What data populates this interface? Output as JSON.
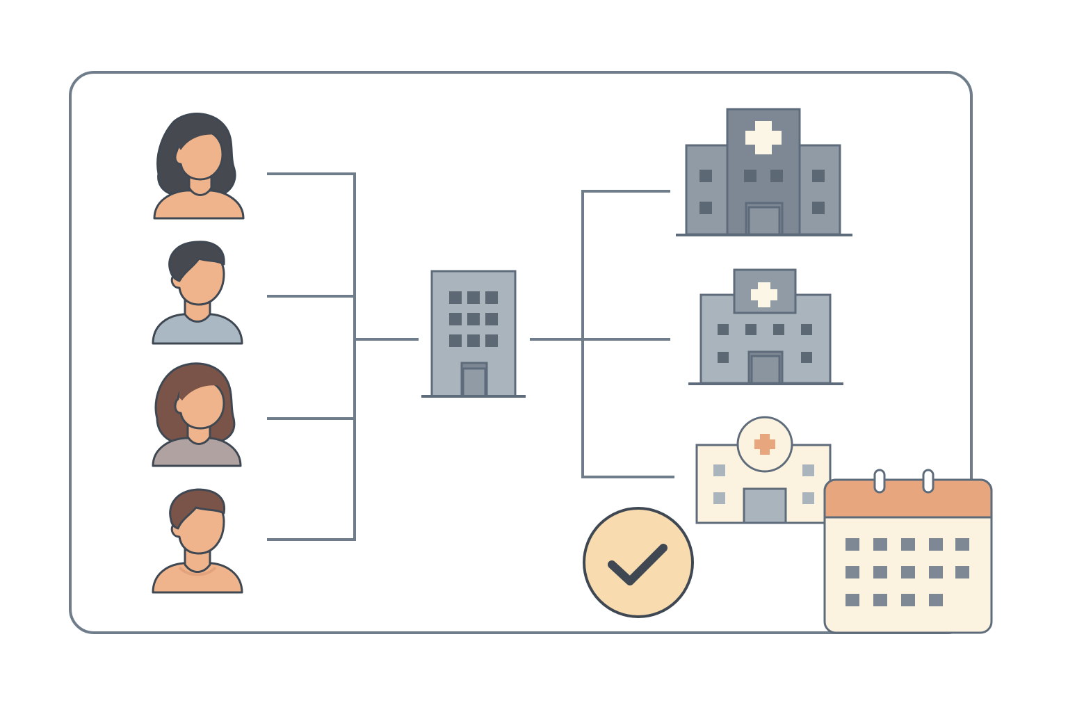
{
  "colors": {
    "outline": "#5e6b7a",
    "frame": "#6f7c89",
    "skin": "#f0b48c",
    "skin_shadow": "#e3a47d",
    "hair_dark": "#464a50",
    "hair_brown": "#7a5448",
    "shirt_blue": "#aab8c3",
    "shirt_mauve": "#b0a2a0",
    "building_dark": "#7d8894",
    "building_mid": "#909ba6",
    "building_light": "#a9b4bd",
    "window_dark": "#5d6875",
    "cream": "#fbf2df",
    "accent_orange": "#e8a67e",
    "check_fill": "#f8dcb0",
    "calendar_header": "#e8a67e"
  },
  "diagram": {
    "people": [
      {
        "icon": "woman-avatar-icon",
        "hair": "dark",
        "shirt": "skin"
      },
      {
        "icon": "man-avatar-icon",
        "hair": "dark",
        "shirt": "blue"
      },
      {
        "icon": "woman-avatar-icon",
        "hair": "brown",
        "shirt": "mauve"
      },
      {
        "icon": "man-avatar-icon",
        "hair": "brown",
        "shirt": "skin"
      }
    ],
    "hub": {
      "icon": "office-building-icon"
    },
    "hospitals": [
      {
        "icon": "large-hospital-icon"
      },
      {
        "icon": "medium-hospital-icon"
      },
      {
        "icon": "clinic-icon"
      }
    ],
    "badges": [
      {
        "icon": "checkmark-circle-icon"
      },
      {
        "icon": "calendar-icon"
      }
    ]
  }
}
